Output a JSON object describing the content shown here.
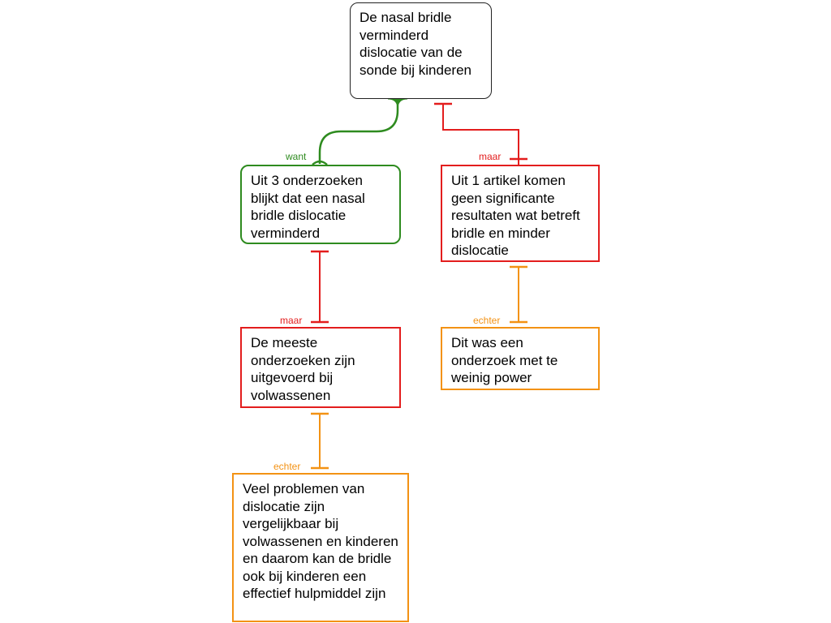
{
  "nodes": {
    "root": "De nasal bridle verminderd dislocatie van de sonde bij kinderen",
    "support_1": "Uit 3 onderzoeken blijkt dat een nasal bridle dislocatie verminderd",
    "objection_1": "Uit 1 artikel komen geen significante resultaten wat betreft bridle en minder dislocatie",
    "rebuttal_1": "De meeste onderzoeken zijn uitgevoerd bij volwassenen",
    "rebuttal_2": "Dit was een onderzoek met te weinig power",
    "rebuttal_3": "Veel problemen van dislocatie zijn vergelijkbaar bij volwassenen en kinderen en daarom kan de bridle ook bij kinderen een effectief hulpmiddel zijn"
  },
  "connectors": {
    "want": "want",
    "maar_1": "maar",
    "maar_2": "maar",
    "echter_1": "echter",
    "echter_2": "echter"
  },
  "colors": {
    "support": "#2e8b1f",
    "objection": "#e31d1d",
    "rebuttal": "#f39214",
    "claim": "#222222"
  }
}
